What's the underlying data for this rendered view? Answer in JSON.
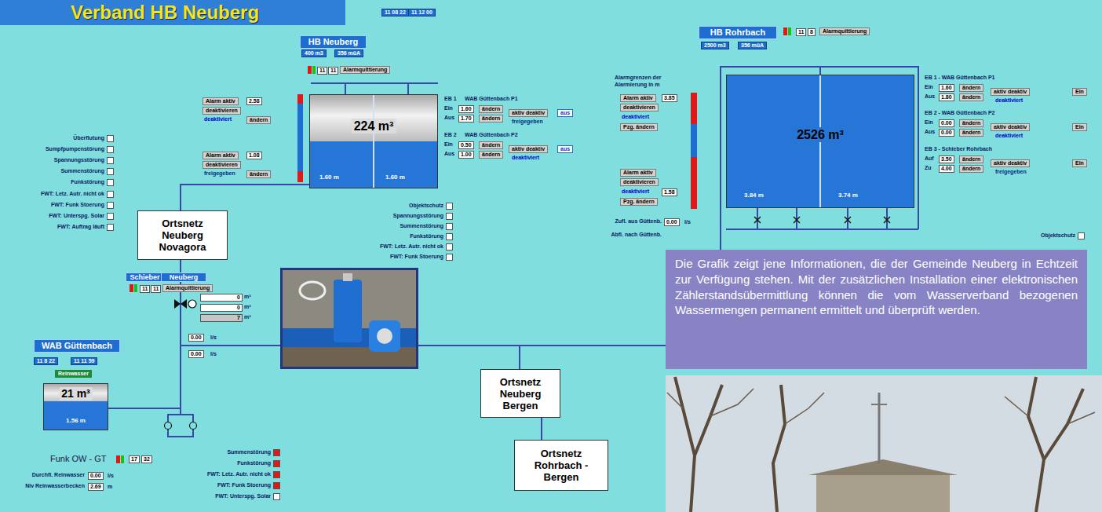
{
  "diagram": {
    "title": "Verband HB Neuberg",
    "caption": "Die Grafik zeigt jene Informationen, die der Gemeinde Neuberg in Echtzeit zur Verfügung stehen. Mit der zusätzlichen Installation einer elektronischen Zählerstandsübermittlung können die vom Wasserverband bezogenen Wassermengen permanent ermittelt und überprüft werden.",
    "nodes": [
      {
        "text": [
          "HB Neuberg"
        ]
      },
      {
        "text": [
          "224 m³",
          "1.60 m",
          "1.60 m"
        ]
      },
      {
        "text": [
          "HB Rohrbach"
        ]
      },
      {
        "text": [
          "2526 m³",
          "3.84 m",
          "3.74 m"
        ]
      },
      {
        "text": [
          "Ortsnetz Neuberg Novagora"
        ]
      },
      {
        "text": [
          "Schieber"
        ]
      },
      {
        "text": [
          "Neuberg"
        ]
      },
      {
        "text": [
          "Ortsnetz Neuberg Bergen"
        ]
      },
      {
        "text": [
          "WAB Güttenbach"
        ]
      },
      {
        "text": [
          "21 m³",
          "1.56 m"
        ]
      },
      {
        "text": [
          "Ortsnetz Rohrbach - Bergen"
        ]
      }
    ],
    "edges": [
      {
        "from": 1,
        "to": 4,
        "arrow": "none"
      },
      {
        "from": 9,
        "to": 4,
        "arrow": "none"
      },
      {
        "from": 9,
        "to": 3,
        "arrow": "none"
      },
      {
        "from": 7,
        "to": 3,
        "arrow": "none"
      },
      {
        "from": 7,
        "to": 10,
        "arrow": "none"
      }
    ],
    "labels": [
      "11 08 22",
      "11 12 00",
      "400 m3",
      "356 müA",
      "11",
      "11",
      "Alarmquittierung",
      "Alarm aktiv",
      "2.58",
      "deaktivieren",
      "deaktiviert",
      "ändern",
      "Alarm aktiv",
      "1.08",
      "deaktivieren",
      "freigegeben",
      "ändern",
      "EB 1",
      "WAB Güttenbach P1",
      "Ein",
      "1.60",
      "ändern",
      "aktiv deaktiv",
      "aus",
      "Aus",
      "1.70",
      "ändern",
      "freigegeben",
      "EB 2",
      "WAB Güttenbach P2",
      "Ein",
      "0.50",
      "ändern",
      "aktiv deaktiv",
      "aus",
      "Aus",
      "1.00",
      "ändern",
      "deaktiviert",
      "Objektschutz",
      "Spannungsstörung",
      "Summenstörung",
      "Funkstörung",
      "FWT: Letz. Autr. nicht ok",
      "FWT: Funk Stoerung",
      "Überflutung",
      "Sumpfpumpenstörung",
      "Spannungsstörung",
      "Summenstörung",
      "Funkstörung",
      "FWT: Letz. Autr. nicht ok",
      "FWT: Funk Stoerung",
      "FWT: Unterspg. Solar",
      "FWT: Auftrag läuft",
      "11",
      "11",
      "Alarmquittierung",
      "0",
      "m³",
      "0",
      "m³",
      "7",
      "m³",
      "0.00",
      "l/s",
      "0.00",
      "l/s",
      "11 8 22",
      "11 11 59",
      "Reinwasser",
      "Funk OW - GT",
      "17",
      "32",
      "Durchfl. Reinwasser",
      "0.00",
      "l/s",
      "Niv Reinwasserbecken",
      "2.69",
      "m",
      "Summenstörung",
      "Funkstörung",
      "FWT: Letz. Autr. nicht ok",
      "FWT: Funk Stoerung",
      "FWT: Unterspg. Solar",
      "11",
      "8",
      "Alarmquittierung",
      "2500 m3",
      "356 müA",
      "Alarmgrenzen der Alarmierung in m",
      "Alarm aktiv",
      "3.85",
      "deaktivieren",
      "deaktiviert",
      "Pzg. ändern",
      "Alarm aktiv",
      "deaktivieren",
      "deaktiviert",
      "1.58",
      "Pzg. ändern",
      "Zufl. aus Güttenb.",
      "0.00",
      "l/s",
      "Abfl. nach Güttenb.",
      "Objektschutz",
      "EB 1 - WAB Güttenbach P1",
      "Ein",
      "1.60",
      "ändern",
      "aktiv deaktiv",
      "Ein",
      "Aus",
      "1.80",
      "ändern",
      "deaktiviert",
      "EB 2 - WAB Güttenbach P2",
      "Ein",
      "0.00",
      "ändern",
      "aktiv deaktiv",
      "Ein",
      "Aus",
      "0.00",
      "ändern",
      "deaktiviert",
      "EB 3 - Schieber Rohrbach",
      "Auf",
      "3.50",
      "ändern",
      "aktiv deaktiv",
      "Ein",
      "Zu",
      "4.00",
      "ändern",
      "freigegeben"
    ]
  }
}
